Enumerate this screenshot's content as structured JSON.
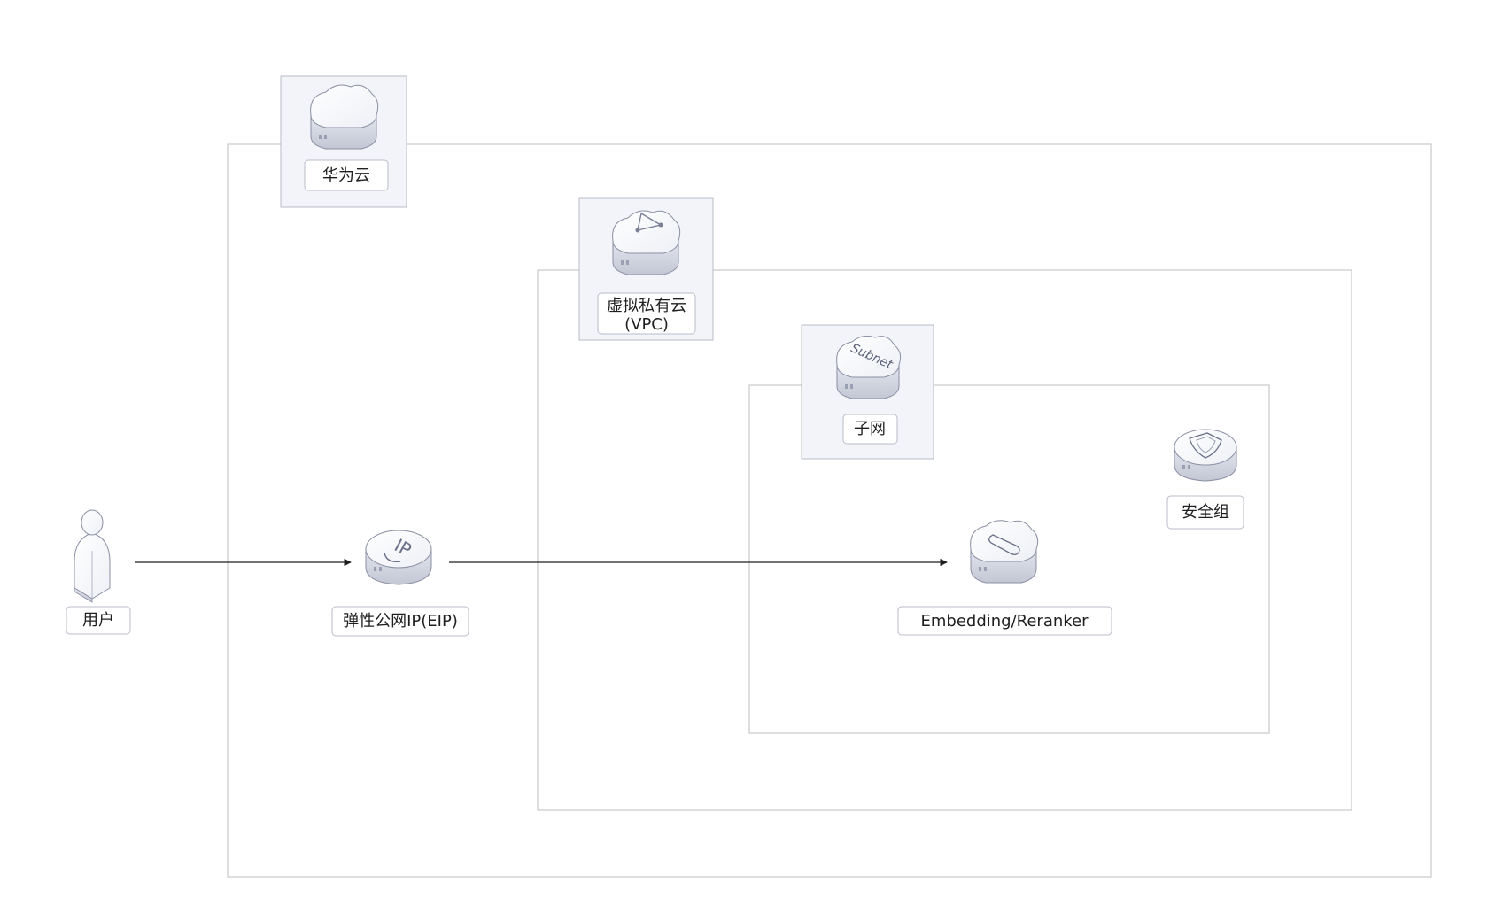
{
  "nodes": {
    "user": {
      "label": "用户",
      "icon": "user-icon"
    },
    "eip": {
      "label": "弹性公网IP(EIP)",
      "icon": "eip-icon",
      "icon_text": "IP"
    },
    "embedding": {
      "label": "Embedding/Reranker",
      "icon": "ecs-server-icon"
    },
    "security_group": {
      "label": "安全组",
      "icon": "shield-icon"
    }
  },
  "groups": {
    "huawei_cloud": {
      "label": "华为云",
      "icon": "cloud-icon"
    },
    "vpc": {
      "label_line1": "虚拟私有云",
      "label_line2": "(VPC)",
      "icon": "vpc-icon"
    },
    "subnet": {
      "label": "子网",
      "icon": "subnet-icon",
      "icon_text": "Subnet"
    }
  },
  "edges": [
    {
      "from": "user",
      "to": "eip"
    },
    {
      "from": "eip",
      "to": "embedding"
    }
  ],
  "colors": {
    "group_border": "#c9c9c9",
    "badge_fill": "#f3f4fa",
    "badge_border": "#b9bcc8",
    "icon_top": "#ffffff",
    "icon_side": "#d6d9e4",
    "icon_stroke": "#8a8fa3",
    "edge": "#1f1f1f"
  }
}
